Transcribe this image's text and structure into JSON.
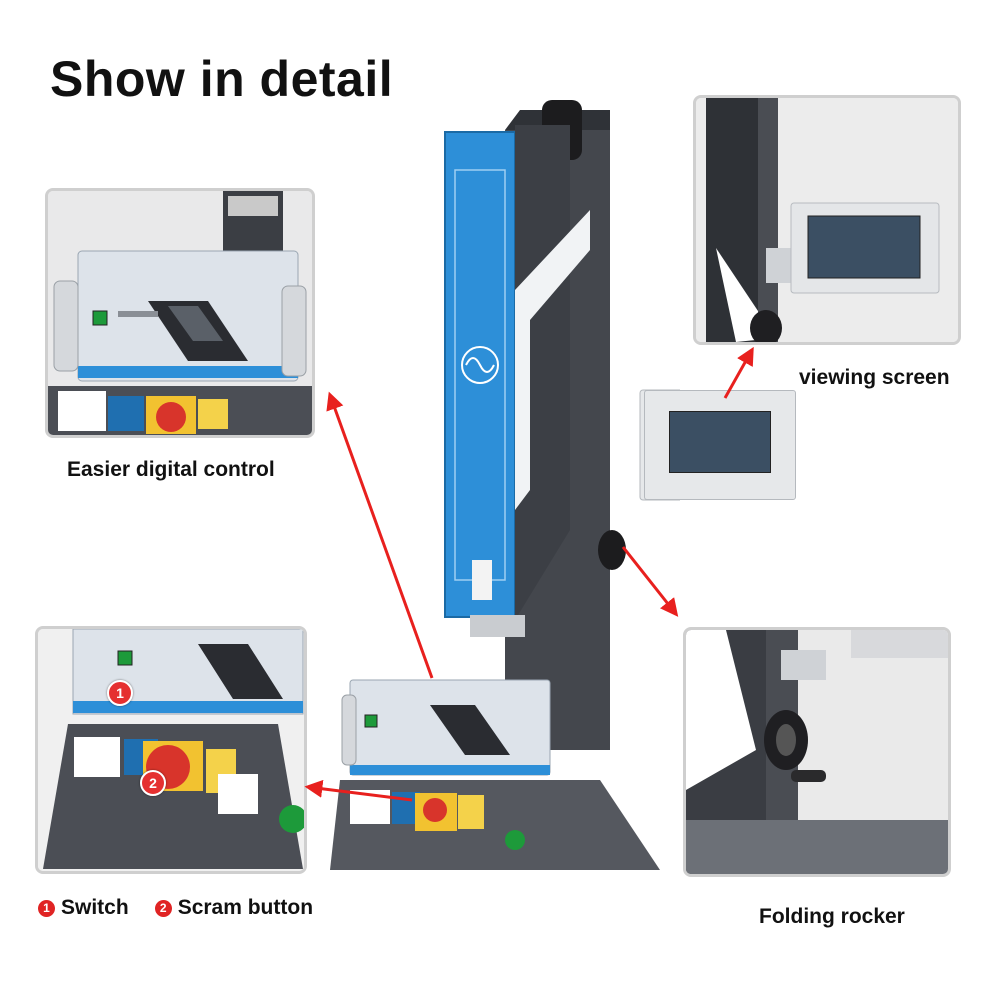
{
  "title": "Show in detail",
  "captions": {
    "digital_control": "Easier digital control",
    "viewing_screen": "viewing screen",
    "folding_rocker": "Folding rocker"
  },
  "legend": {
    "items": [
      {
        "num": "1",
        "label": "Switch"
      },
      {
        "num": "2",
        "label": "Scram button"
      }
    ]
  },
  "markers": [
    "1",
    "2"
  ],
  "colors": {
    "accent_blue": "#2d8fd8",
    "frame_dark": "#3d4046",
    "arrow_red": "#e8201e",
    "estop_red": "#d8342b",
    "panel_yellow": "#f2c230"
  }
}
